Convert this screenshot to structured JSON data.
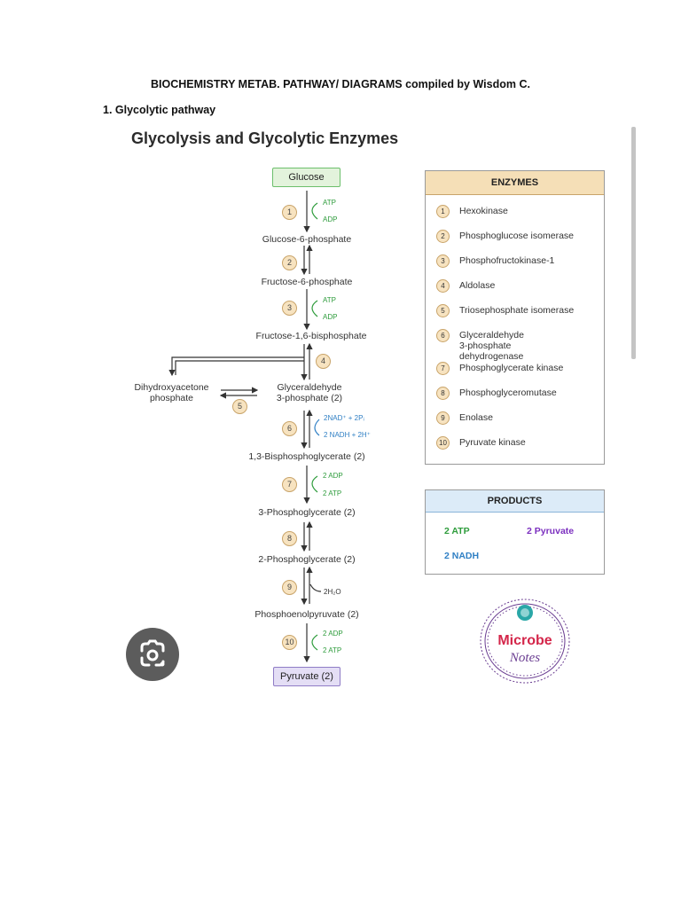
{
  "document": {
    "title": "BIOCHEMISTRY METAB. PATHWAY/ DIAGRAMS compiled by Wisdom C.",
    "section": "1. Glycolytic pathway"
  },
  "figure": {
    "title": "Glycolysis and Glycolytic Enzymes",
    "molecules": {
      "glucose": "Glucose",
      "g6p": "Glucose-6-phosphate",
      "f6p": "Fructose-6-phosphate",
      "f16bp": "Fructose-1,6-bisphosphate",
      "dhap": "Dihydroxyacetone\nphosphate",
      "g3p": "Glyceraldehyde\n3-phosphate (2)",
      "bpg13": "1,3-Bisphosphoglycerate (2)",
      "pg3": "3-Phosphoglycerate (2)",
      "pg2": "2-Phosphoglycerate (2)",
      "pep": "Phosphoenolpyruvate (2)",
      "pyruvate": "Pyruvate (2)"
    },
    "steps": [
      "1",
      "2",
      "3",
      "4",
      "5",
      "6",
      "7",
      "8",
      "9",
      "10"
    ],
    "cofactors": {
      "s1_in": "ATP",
      "s1_out": "ADP",
      "s3_in": "ATP",
      "s3_out": "ADP",
      "s6_in": "2NAD⁺ + 2Pᵢ",
      "s6_out": "2 NADH + 2H⁺",
      "s7_in": "2 ADP",
      "s7_out": "2 ATP",
      "s9_out": "2H₂O",
      "s10_in": "2 ADP",
      "s10_out": "2 ATP"
    },
    "enzymes_panel": {
      "title": "ENZYMES",
      "items": [
        {
          "num": "1",
          "name": "Hexokinase"
        },
        {
          "num": "2",
          "name": "Phosphoglucose isomerase"
        },
        {
          "num": "3",
          "name": "Phosphofructokinase-1"
        },
        {
          "num": "4",
          "name": "Aldolase"
        },
        {
          "num": "5",
          "name": "Triosephosphate isomerase"
        },
        {
          "num": "6",
          "name": "Glyceraldehyde 3-phosphate\ndehydrogenase"
        },
        {
          "num": "7",
          "name": "Phosphoglycerate kinase"
        },
        {
          "num": "8",
          "name": "Phosphoglyceromutase"
        },
        {
          "num": "9",
          "name": "Enolase"
        },
        {
          "num": "10",
          "name": "Pyruvate kinase"
        }
      ]
    },
    "products_panel": {
      "title": "PRODUCTS",
      "atp": "2  ATP",
      "pyruvate": "2  Pyruvate",
      "nadh": "2  NADH"
    },
    "logo": {
      "line1": "Microbe",
      "line2": "Notes"
    }
  },
  "colors": {
    "green": "#2e9c3c",
    "blue": "#2f7fc4",
    "purple": "#7b2fbf",
    "enzymes_header": "#f5dfb7",
    "products_header": "#dcebf8",
    "glucose_box": "#e3f3dc",
    "pyruvate_box": "#e4def5",
    "logo_red": "#d4264a",
    "logo_purple": "#6a3d91"
  },
  "icons": [
    "google-lens-icon",
    "microbe-notes-logo"
  ]
}
